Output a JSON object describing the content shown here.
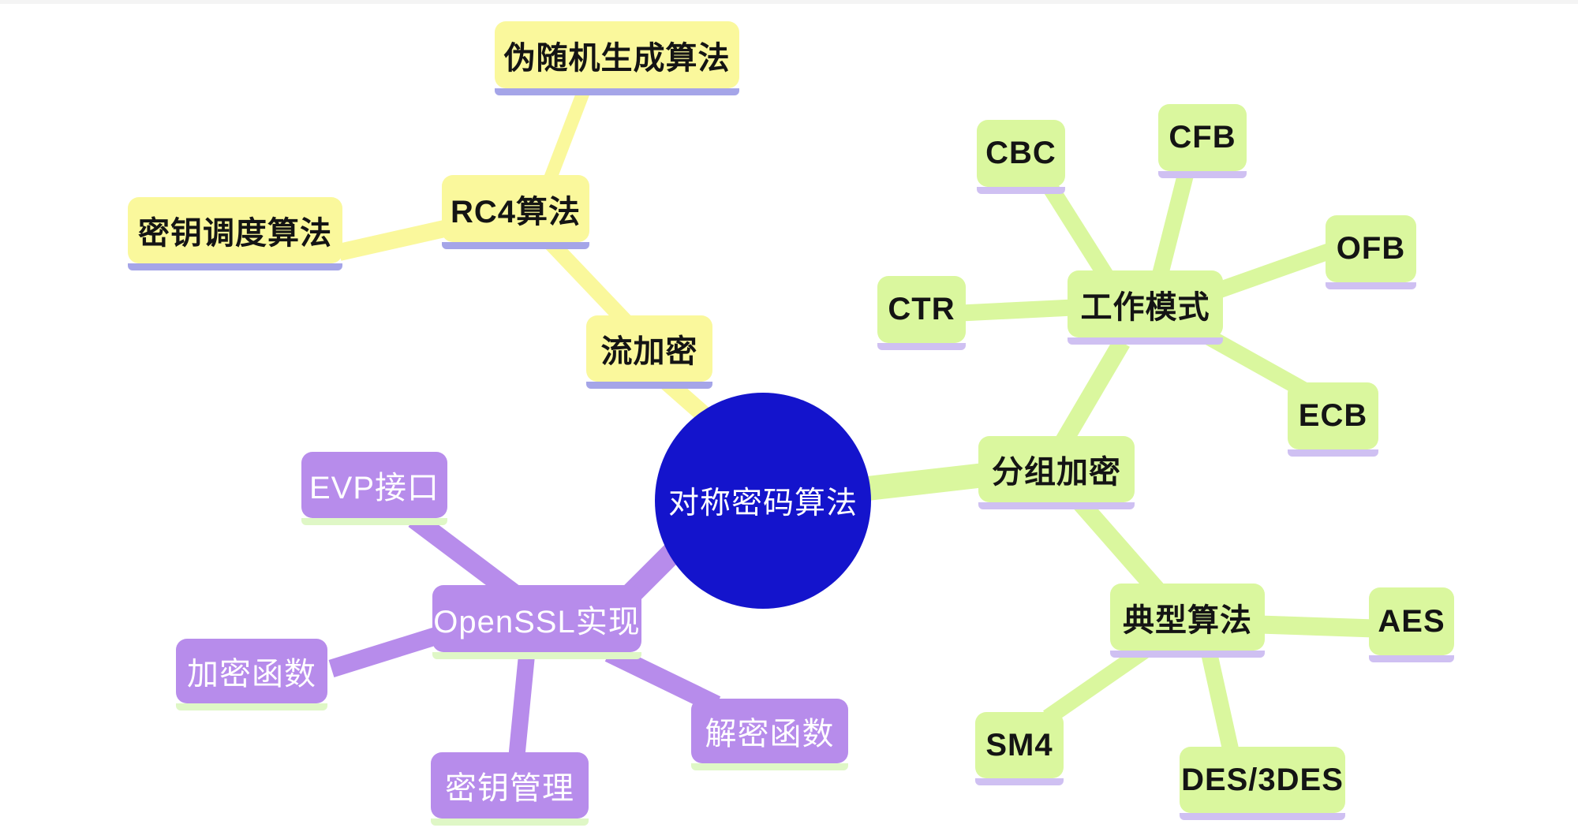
{
  "palette": {
    "yellow-fill": "#faf89c",
    "yellow-underline": "#a5a5e8",
    "green-fill": "#daf79e",
    "green-underline": "#cfc0f2",
    "purple-fill": "#b78ceb",
    "purple-underline": "#dff7c6",
    "center-fill": "#1414cc"
  },
  "center": {
    "label": "对称密码算法"
  },
  "nodes": {
    "stream": "流加密",
    "rc4": "RC4算法",
    "prng": "伪随机生成算法",
    "ksa": "密钥调度算法",
    "block": "分组加密",
    "mode": "工作模式",
    "cbc": "CBC",
    "cfb": "CFB",
    "ofb": "OFB",
    "ecb": "ECB",
    "ctr": "CTR",
    "typical": "典型算法",
    "aes": "AES",
    "sm4": "SM4",
    "des": "DES/3DES",
    "openssl": "OpenSSL实现",
    "evp": "EVP接口",
    "enc": "加密函数",
    "dec": "解密函数",
    "key": "密钥管理"
  },
  "mindmap": {
    "root": "对称密码算法",
    "branches": [
      {
        "label": "流加密",
        "color": "#faf89c",
        "children": [
          {
            "label": "RC4算法",
            "children": [
              "伪随机生成算法",
              "密钥调度算法"
            ]
          }
        ]
      },
      {
        "label": "分组加密",
        "color": "#daf79e",
        "children": [
          {
            "label": "工作模式",
            "children": [
              "CBC",
              "CFB",
              "OFB",
              "ECB",
              "CTR"
            ]
          },
          {
            "label": "典型算法",
            "children": [
              "AES",
              "SM4",
              "DES/3DES"
            ]
          }
        ]
      },
      {
        "label": "OpenSSL实现",
        "color": "#b78ceb",
        "children": [
          "EVP接口",
          "加密函数",
          "解密函数",
          "密钥管理"
        ]
      }
    ]
  }
}
